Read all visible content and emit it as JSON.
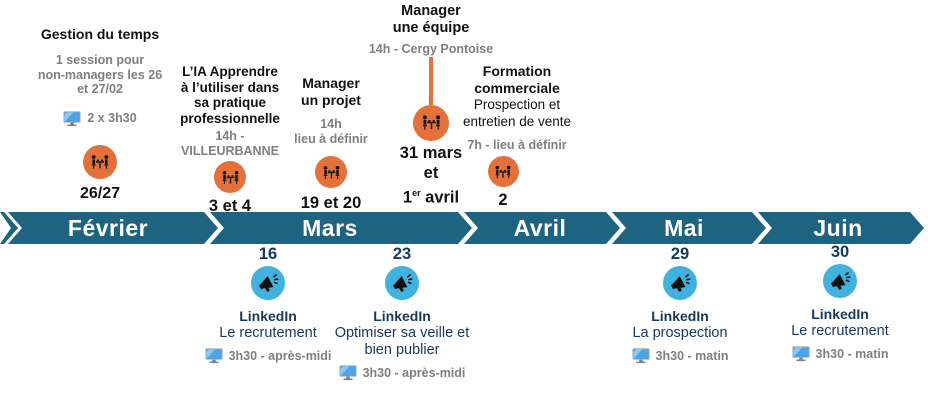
{
  "palette": {
    "band": "#1E6380",
    "orange": "#E5713A",
    "blue": "#41B2DE",
    "navy": "#17375E",
    "gray": "#7F7F7F",
    "black": "#111111"
  },
  "timeline": {
    "months": [
      {
        "label": "Février"
      },
      {
        "label": "Mars"
      },
      {
        "label": "Avril"
      },
      {
        "label": "Mai"
      },
      {
        "label": "Juin"
      }
    ]
  },
  "above": [
    {
      "title_lines": [
        "Gestion du temps"
      ],
      "detail_lines": [
        "1 session pour",
        "non-managers les 26",
        "et 27/02"
      ],
      "duration": "2 x 3h30",
      "date": "26/27"
    },
    {
      "title_lines": [
        "L’IA Apprendre",
        "à l’utiliser dans",
        "sa pratique",
        "professionnelle"
      ],
      "detail_lines": [
        "14h  -",
        "VILLEURBANNE"
      ],
      "date": "3 et 4"
    },
    {
      "title_lines": [
        "Manager",
        "un projet"
      ],
      "detail_lines": [
        "14h",
        "lieu à définir"
      ],
      "date": "19 et 20"
    },
    {
      "title_lines": [
        "Manager",
        "une équipe"
      ],
      "detail_lines": [
        "14h  - Cergy Pontoise"
      ],
      "date_lines": [
        "31 mars",
        "et"
      ],
      "date_last": {
        "num": "1",
        "sup": "er",
        "rest": " avril"
      }
    },
    {
      "title_lines": [
        "Formation",
        "commerciale"
      ],
      "subtitle_lines": [
        "Prospection et",
        "entretien de vente"
      ],
      "detail_lines": [
        "7h  - lieu à définir"
      ],
      "date": "2"
    }
  ],
  "below": [
    {
      "date": "16",
      "brand": "LinkedIn",
      "topic_lines": [
        "Le recrutement"
      ],
      "duration": "3h30  - après-midi"
    },
    {
      "date": "23",
      "brand": "LinkedIn",
      "topic_lines": [
        "Optimiser sa veille et",
        "bien publier"
      ],
      "duration": "3h30  - après-midi"
    },
    {
      "date": "29",
      "brand": "LinkedIn",
      "topic_lines": [
        "La prospection"
      ],
      "duration": "3h30  - matin"
    },
    {
      "date": "30",
      "brand": "LinkedIn",
      "topic_lines": [
        "Le recrutement"
      ],
      "duration": "3h30  - matin"
    }
  ]
}
